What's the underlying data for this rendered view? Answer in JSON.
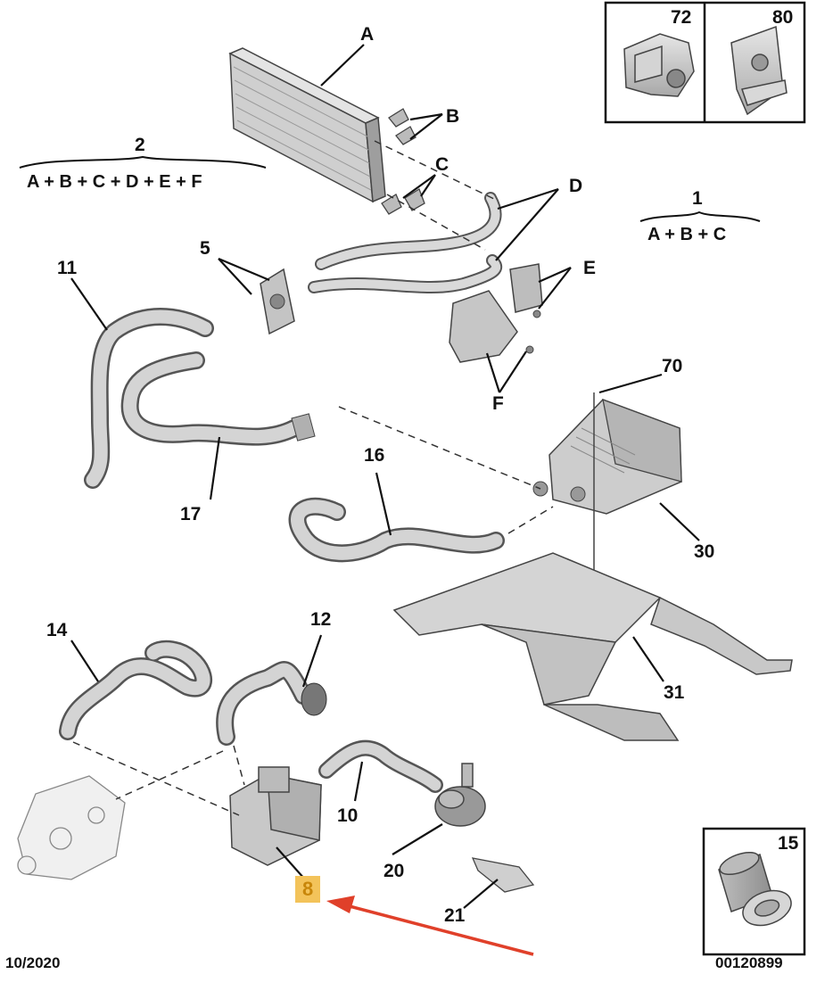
{
  "labels": {
    "A": "A",
    "B": "B",
    "C": "C",
    "D": "D",
    "E": "E",
    "F": "F",
    "n2": "2",
    "n1": "1",
    "n5": "5",
    "n11": "11",
    "n17": "17",
    "n16": "16",
    "n70": "70",
    "n30": "30",
    "n31": "31",
    "n14": "14",
    "n12": "12",
    "n10": "10",
    "n20": "20",
    "n21": "21",
    "n8": "8"
  },
  "formulas": {
    "kit2": "A + B + C + D + E + F",
    "kit1": "A + B + C"
  },
  "boxes": {
    "b72": "72",
    "b80": "80",
    "b15": "15"
  },
  "footer": {
    "date": "10/2020",
    "code": "00120899"
  },
  "colors": {
    "highlight": "#f3c35a",
    "arrow": "#e0402a",
    "part_fill": "#c9c9c9",
    "part_stroke": "#4a4a4a"
  }
}
